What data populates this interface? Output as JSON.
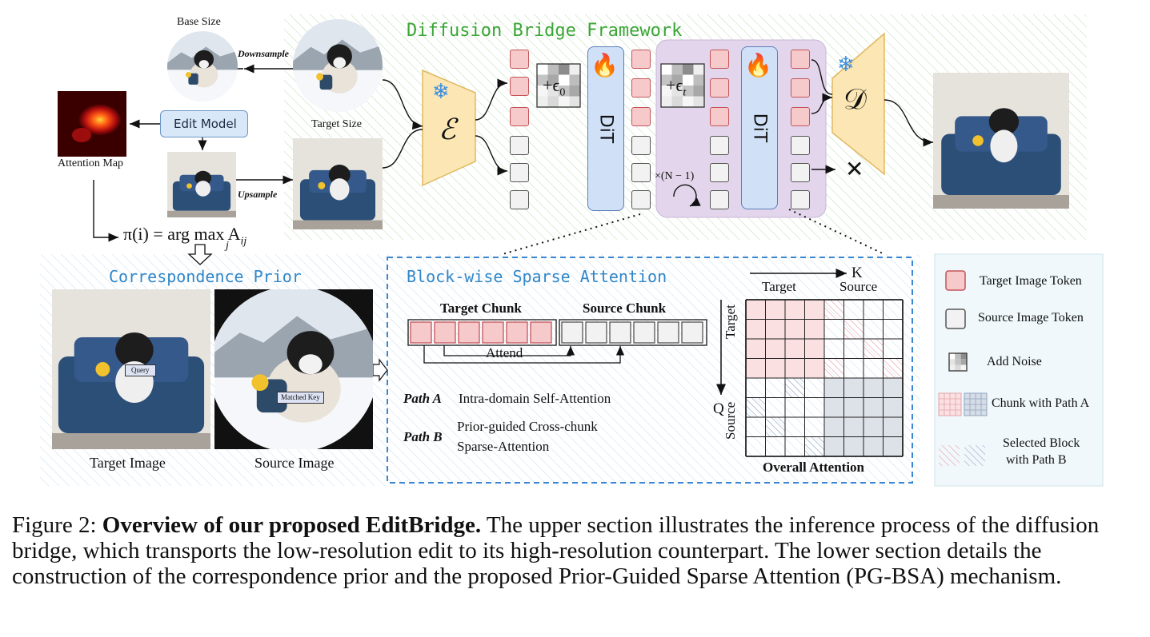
{
  "top": {
    "title": "Diffusion Bridge Framework",
    "base_size": "Base Size",
    "target_size": "Target Size",
    "downsample": "Downsample",
    "upsample": "Upsample",
    "edit_model": "Edit Model",
    "attention_map": "Attention Map",
    "formula": "π(i) = arg max A",
    "formula_sub_j": "j",
    "formula_sub_ij": "ij",
    "noise0": "+ϵ",
    "noise0_sub": "0",
    "noiset": "+ϵ",
    "noiset_sub": "t",
    "dit": "DiT",
    "repeat": "×(N − 1)",
    "encoder": "ℰ",
    "decoder": "𝒟",
    "discard": "✕"
  },
  "prior": {
    "title": "Correspondence Prior",
    "query": "Query",
    "matched_key": "Matched Key",
    "target_image": "Target Image",
    "source_image": "Source Image"
  },
  "bsa": {
    "title": "Block-wise Sparse Attention",
    "target_chunk": "Target Chunk",
    "source_chunk": "Source Chunk",
    "attend": "Attend",
    "path_a_label": "Path A",
    "path_a_text": "Intra-domain Self-Attention",
    "path_b_label": "Path B",
    "path_b_text_1": "Prior-guided Cross-chunk",
    "path_b_text_2": "Sparse-Attention",
    "k": "K",
    "q": "Q",
    "grid_target_top": "Target",
    "grid_source_top": "Source",
    "grid_target_side": "Target",
    "grid_source_side": "Source",
    "overall": "Overall Attention"
  },
  "legend": {
    "target_token": "Target Image Token",
    "source_token": "Source Image Token",
    "add_noise": "Add Noise",
    "chunk_a": "Chunk with Path A",
    "selected_b_1": "Selected Block",
    "selected_b_2": "with Path B"
  },
  "caption": {
    "prefix": "Figure 2: ",
    "bold": "Overview of our proposed EditBridge.",
    "rest": " The upper section illustrates the inference process of the diffusion bridge, which transports the low-resolution edit to its high-resolution counterpart. The lower section details the construction of the correspondence prior and the proposed Prior-Guided Sparse Attention (PG-BSA) mechanism."
  },
  "colors": {
    "green_title": "#3aa535",
    "blue_title": "#2f86c9",
    "target_token": "#f6c9cb",
    "source_token": "#f2f2f2",
    "dit_fill": "#cfe0f7",
    "purple_panel": "#e3d6ec",
    "codec_fill": "#fbe6b4",
    "sofa": "#2c4f78"
  }
}
